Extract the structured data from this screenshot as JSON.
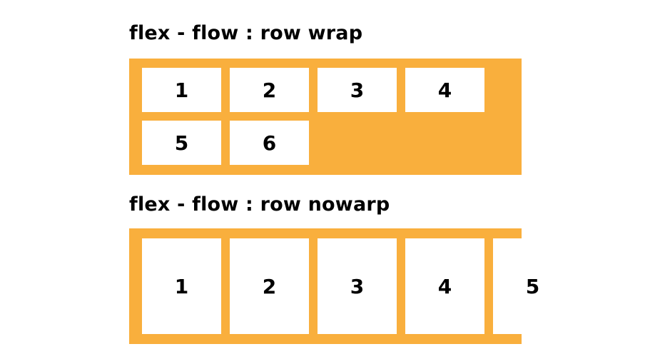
{
  "colors": {
    "container_background": "#F9AF3D",
    "item_background": "#FFFFFF",
    "text": "#000000",
    "page_background": "#FFFFFF"
  },
  "sections": [
    {
      "title": "flex - flow : row wrap",
      "wrap_mode": "wrap",
      "items": [
        "1",
        "2",
        "3",
        "4",
        "5",
        "6"
      ]
    },
    {
      "title": "flex - flow : row nowarp",
      "wrap_mode": "nowrap",
      "items": [
        "1",
        "2",
        "3",
        "4",
        "5"
      ]
    }
  ]
}
